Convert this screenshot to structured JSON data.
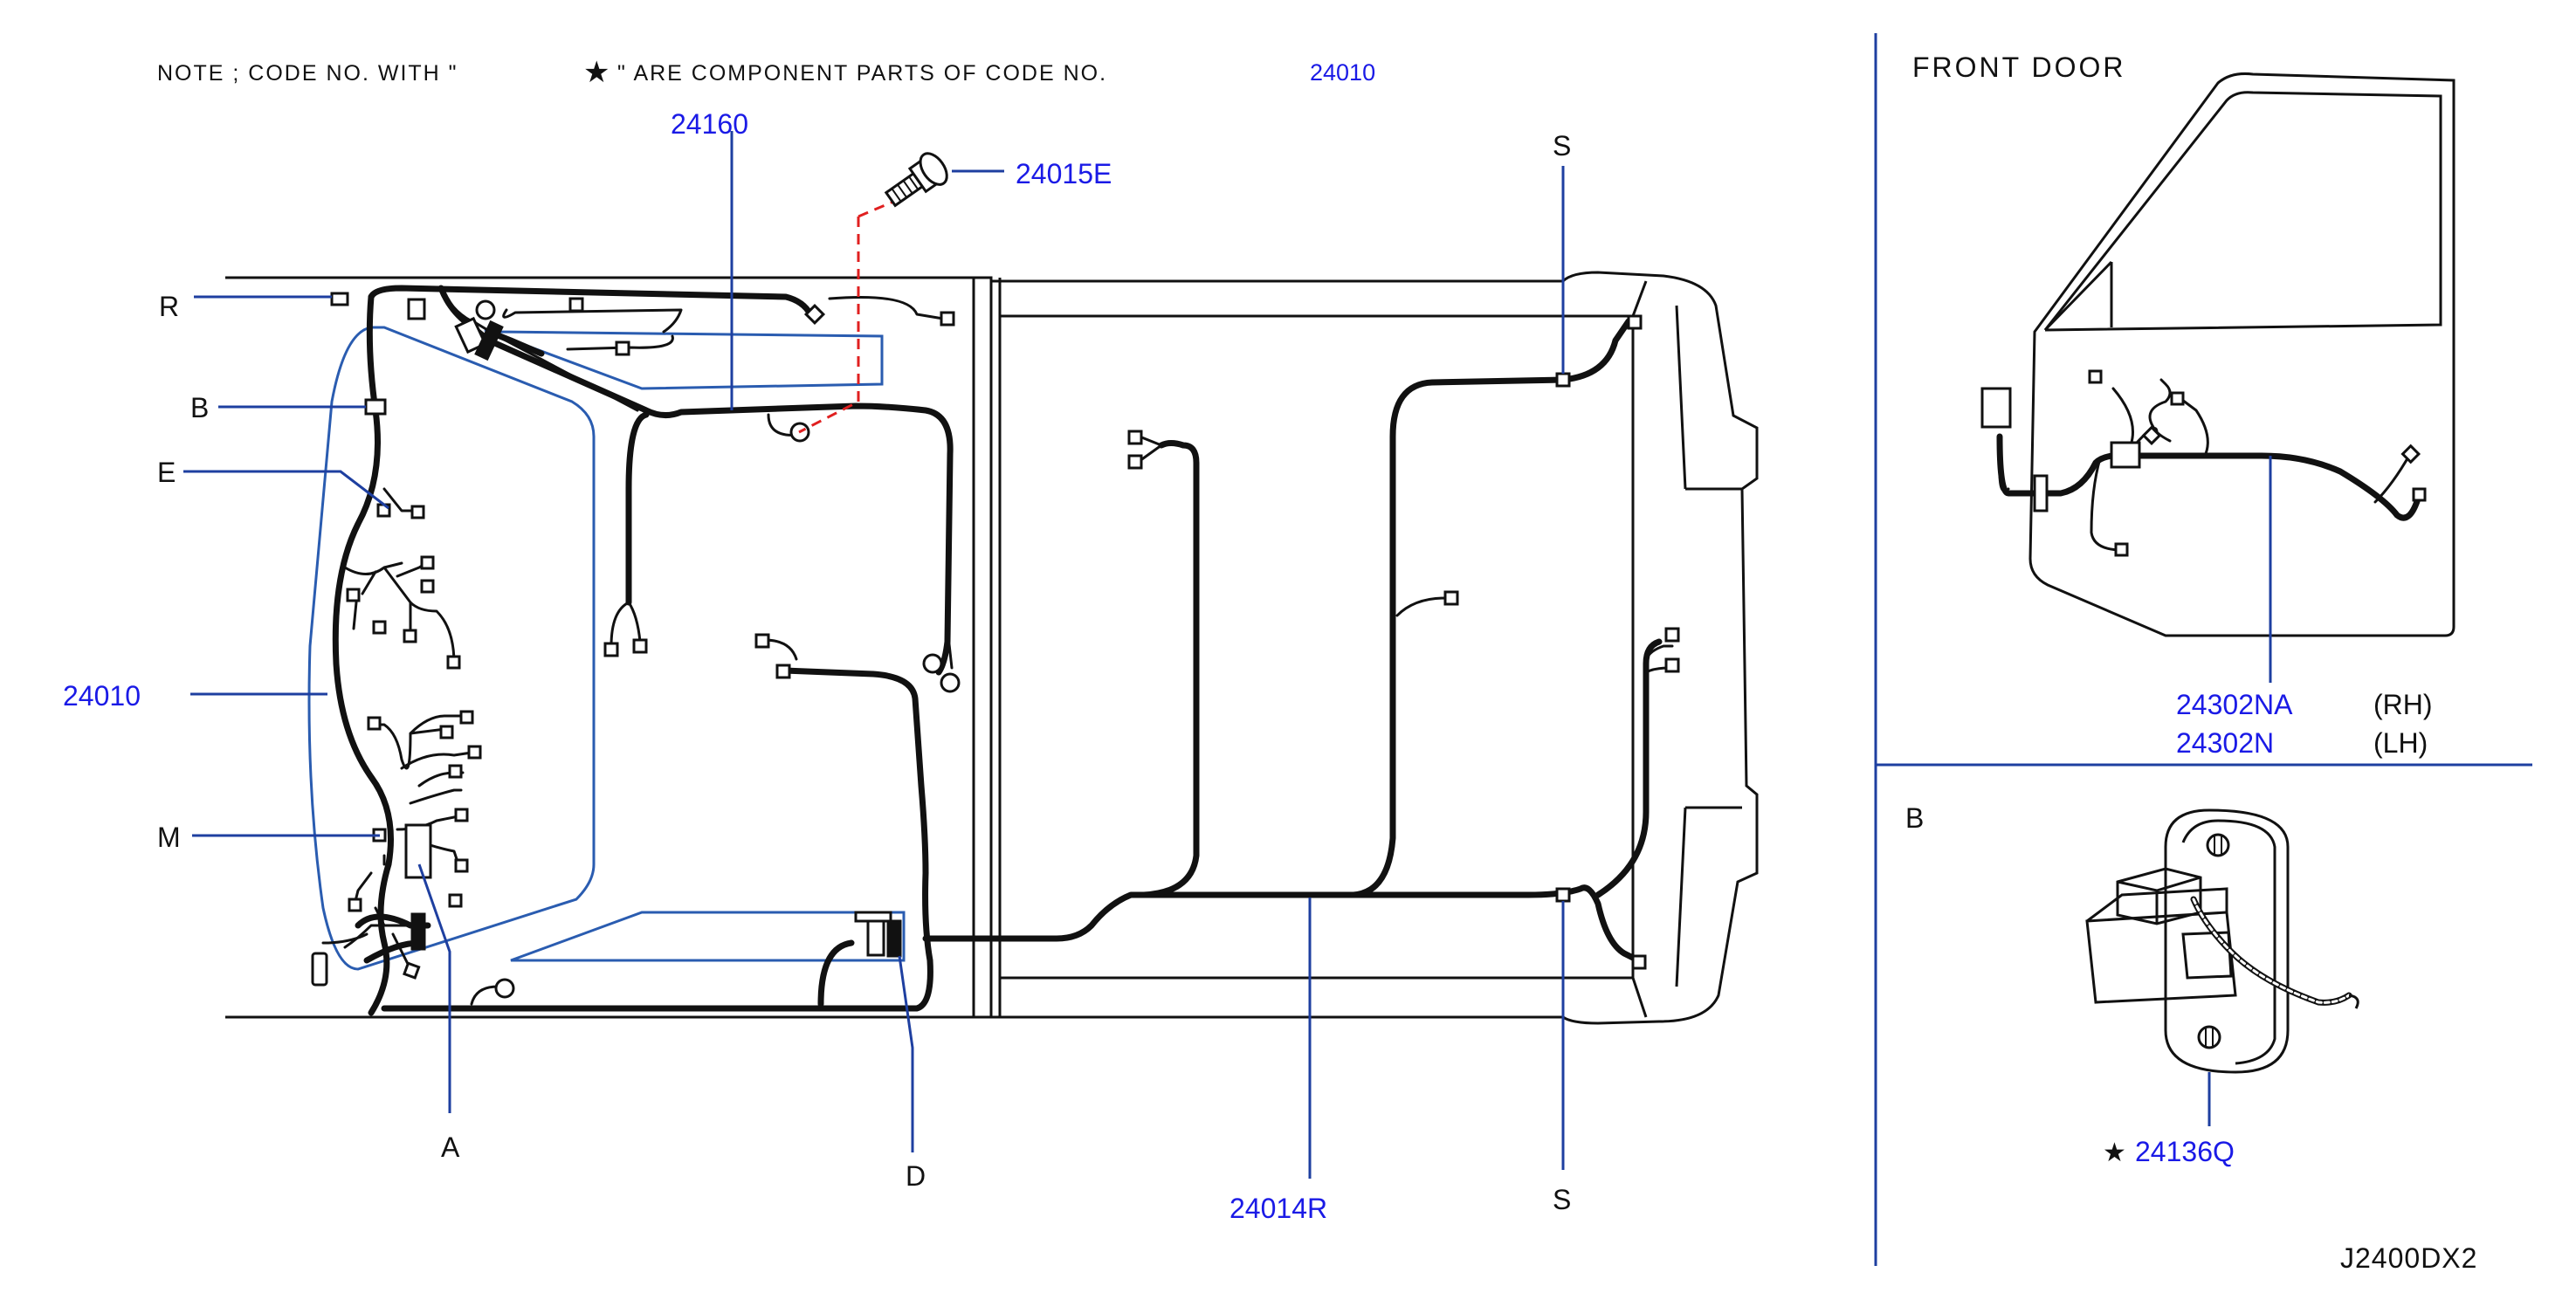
{
  "note": {
    "prefix": "NOTE ; CODE NO. WITH \"",
    "star": "★",
    "suffix": "\" ARE COMPONENT PARTS OF CODE NO.",
    "code": "24010"
  },
  "main_labels": {
    "p24160": "24160",
    "p24015E": "24015E",
    "p24010": "24010",
    "p24014R": "24014R",
    "letter_R": "R",
    "letter_B": "B",
    "letter_E": "E",
    "letter_M": "M",
    "letter_A": "A",
    "letter_D": "D",
    "letter_S_top": "S",
    "letter_S_bottom": "S"
  },
  "front_door": {
    "title": "FRONT DOOR",
    "part_rh": "24302NA",
    "side_rh": "(RH)",
    "part_lh": "24302N",
    "side_lh": "(LH)"
  },
  "detail_b": {
    "title": "B",
    "star": "★",
    "part": "24136Q"
  },
  "drawing_id": "J2400DX2",
  "colors": {
    "part_number": "#1a1ae6",
    "leader": "#1e3fa0",
    "outline": "#2a5cb0",
    "hidden_path": "#e02020",
    "ink": "#111111"
  }
}
